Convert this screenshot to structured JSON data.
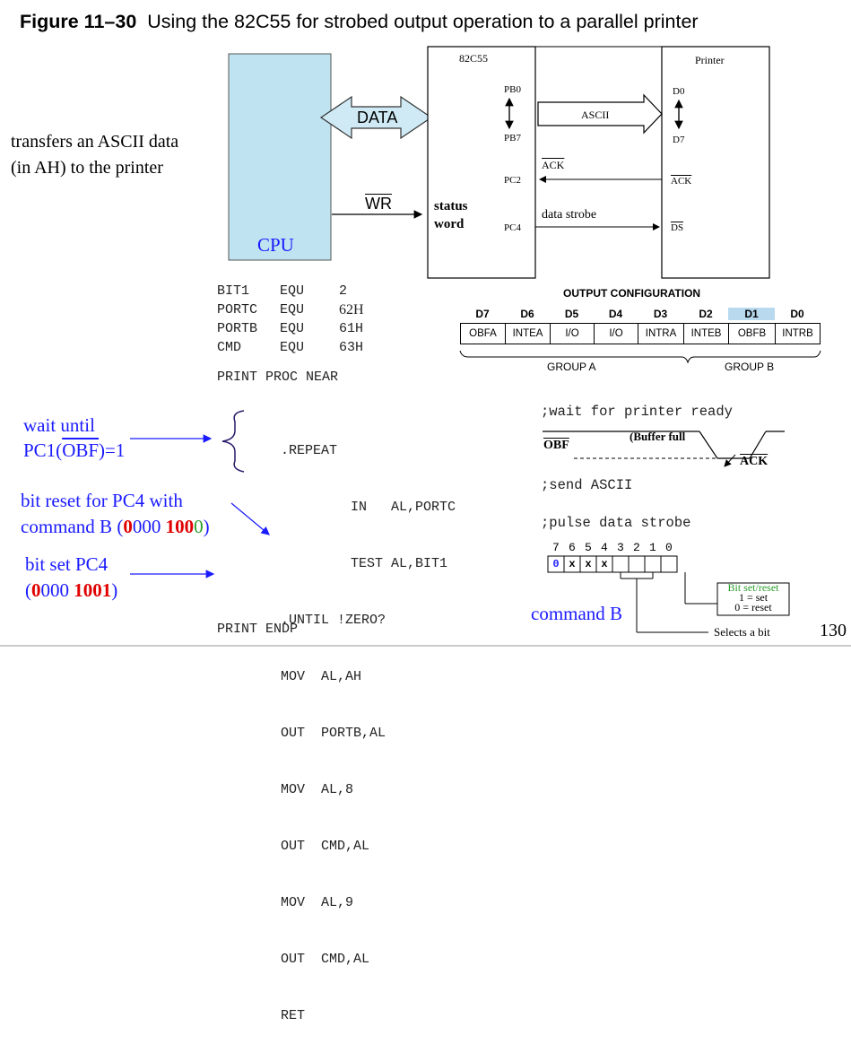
{
  "title": {
    "figure": "Figure 11–30",
    "caption": "Using the 82C55 for strobed output operation to a parallel printer"
  },
  "diagram": {
    "cpu_label": "CPU",
    "data_label": "DATA",
    "wr_label": "WR",
    "chip_label": "82C55",
    "status_word": "status word",
    "pb0": "PB0",
    "pb7": "PB7",
    "pc2": "PC2",
    "pc4": "PC4",
    "ascii_label": "ASCII",
    "ack_label": "ACK",
    "data_strobe": "data strobe",
    "printer_label": "Printer",
    "d0": "D0",
    "d7": "D7",
    "ack_printer": "ACK",
    "ds_label": "DS",
    "note_line1": "transfers an ASCII data",
    "note_line2": "(in AH) to the printer"
  },
  "output_config": {
    "title": "OUTPUT CONFIGURATION",
    "bit_headers": [
      "D7",
      "D6",
      "D5",
      "D4",
      "D3",
      "D2",
      "D1",
      "D0"
    ],
    "highlight_index": 6,
    "cells": [
      "OBFA",
      "INTEA",
      "I/O",
      "I/O",
      "INTRA",
      "INTEB",
      "OBFB",
      "INTRB"
    ],
    "group_a": "GROUP A",
    "group_b": "GROUP B"
  },
  "code": {
    "lines": [
      [
        "BIT1",
        "EQU",
        "2"
      ],
      [
        "PORTC",
        "EQU",
        "62H"
      ],
      [
        "PORTB",
        "EQU",
        "61H"
      ],
      [
        "CMD",
        "EQU",
        "63H"
      ]
    ],
    "print_proc": "PRINT PROC NEAR",
    "repeat": ".REPEAT",
    "in_line": "IN   AL,PORTC",
    "test_line": "TEST AL,BIT1",
    "until": ".UNTIL !ZERO?",
    "mov1": "MOV  AL,AH",
    "out1": "OUT  PORTB,AL",
    "mov2": "MOV  AL,8",
    "out2": "OUT  CMD,AL",
    "mov3": "MOV  AL,9",
    "out3": "OUT  CMD,AL",
    "ret": "RET",
    "endp": "PRINT ENDP"
  },
  "comments": {
    "wait": ";wait for printer ready",
    "send": ";send ASCII",
    "pulse": ";pulse data strobe"
  },
  "annotations": {
    "wait_until_1": "wait until",
    "wait_until_2_pre": "PC1(",
    "wait_until_2_obf": "OBF",
    "wait_until_2_post": ")=1",
    "reset_1": "bit reset for PC4 with",
    "reset_2_pre": "command B (",
    "reset_2_a": "0",
    "reset_2_b": "000 ",
    "reset_2_c": "100",
    "reset_2_d": "0",
    "reset_2_post": ")",
    "set_1": "bit set PC4",
    "set_2_pre": "(",
    "set_2_a": "0",
    "set_2_b": "000 ",
    "set_2_c": "100",
    "set_2_d": "1",
    "set_2_post": ")"
  },
  "timing": {
    "obf": "OBF",
    "buffer_full": "(Buffer full",
    "ack": "ACK"
  },
  "command_b": {
    "bit_numbers": [
      "7",
      "6",
      "5",
      "4",
      "3",
      "2",
      "1",
      "0"
    ],
    "cells": [
      "0",
      "x",
      "x",
      "x"
    ],
    "label": "command B",
    "bit_set_reset": "Bit set/reset",
    "one_set": "1 = set",
    "zero_reset": "0 = reset",
    "selects_bit": "Selects a bit"
  },
  "page_number": "130",
  "colors": {
    "cpu_fill": "#bfe3f0",
    "blue": "#1a1aff",
    "red": "#e00000",
    "green": "#2a9d2a",
    "data_arrow": "#cfeaf5",
    "highlight": "#b9d9ef"
  }
}
